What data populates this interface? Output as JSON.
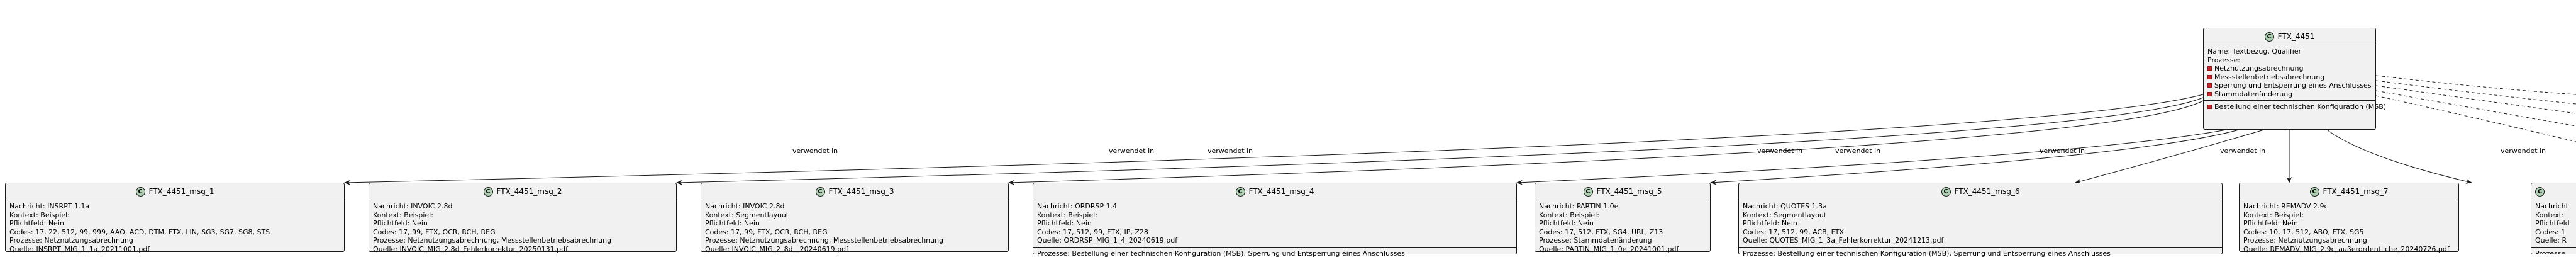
{
  "link_label": "verwendet in",
  "center": {
    "title": "FTX_4451",
    "stereotype": "C",
    "name_line": "Name: Textbezug, Qualifier",
    "processes_label": "Prozesse:",
    "processes": [
      "Netznutzungsabrechnung",
      "Messstellenbetriebsabrechnung",
      "Sperrung und Entsperrung eines Anschlusses",
      "Stammdatenänderung"
    ],
    "extra_process": "Bestellung einer technischen Konfiguration (MSB)"
  },
  "messages": [
    {
      "title": "FTX_4451_msg_1",
      "lines": [
        "Nachricht: INSRPT 1.1a",
        "Kontext: Beispiel:",
        "Pflichtfeld: Nein",
        "Codes: 17, 22, 512, 99, 999, AAO, ACD, DTM, FTX, LIN, SG3, SG7, SG8, STS",
        "Prozesse: Netznutzungsabrechnung",
        "Quelle: INSRPT_MIG_1_1a_20211001.pdf"
      ],
      "footer": ""
    },
    {
      "title": "FTX_4451_msg_2",
      "lines": [
        "Nachricht: INVOIC 2.8d",
        "Kontext: Beispiel:",
        "Pflichtfeld: Nein",
        "Codes: 17, 99, FTX, OCR, RCH, REG",
        "Prozesse: Netznutzungsabrechnung, Messstellenbetriebsabrechnung",
        "Quelle: INVOIC_MIG_2.8d_Fehlerkorrektur_20250131.pdf"
      ],
      "footer": ""
    },
    {
      "title": "FTX_4451_msg_3",
      "lines": [
        "Nachricht: INVOIC 2.8d",
        "Kontext: Segmentlayout",
        "Pflichtfeld: Nein",
        "Codes: 17, 99, FTX, OCR, RCH, REG",
        "Prozesse: Netznutzungsabrechnung, Messstellenbetriebsabrechnung",
        "Quelle: INVOIC_MIG_2_8d__20240619.pdf"
      ],
      "footer": ""
    },
    {
      "title": "FTX_4451_msg_4",
      "lines": [
        "Nachricht: ORDRSP 1.4",
        "Kontext: Beispiel:",
        "Pflichtfeld: Nein",
        "Codes: 17, 512, 99, FTX, IP, Z28",
        "Quelle: ORDRSP_MIG_1_4_20240619.pdf"
      ],
      "footer": "Prozesse: Bestellung einer technischen Konfiguration (MSB), Sperrung und Entsperrung eines Anschlusses"
    },
    {
      "title": "FTX_4451_msg_5",
      "lines": [
        "Nachricht: PARTIN 1.0e",
        "Kontext: Beispiel:",
        "Pflichtfeld: Nein",
        "Codes: 17, 512, FTX, SG4, URL, Z13",
        "Prozesse: Stammdatenänderung",
        "Quelle: PARTIN_MIG_1_0e_20241001.pdf"
      ],
      "footer": ""
    },
    {
      "title": "FTX_4451_msg_6",
      "lines": [
        "Nachricht: QUOTES 1.3a",
        "Kontext: Segmentlayout",
        "Pflichtfeld: Nein",
        "Codes: 17, 512, 99, ACB, FTX",
        "Quelle: QUOTES_MIG_1_3a_Fehlerkorrektur_20241213.pdf"
      ],
      "footer": "Prozesse: Bestellung einer technischen Konfiguration (MSB), Sperrung und Entsperrung eines Anschlusses"
    },
    {
      "title": "FTX_4451_msg_7",
      "lines": [
        "Nachricht: REMADV 2.9c",
        "Kontext: Beispiel:",
        "Pflichtfeld: Nein",
        "Codes: 10, 17, 512, ABO, FTX, SG5",
        "Prozesse: Netznutzungsabrechnung",
        "Quelle: REMADV_MIG_2.9c_außerordentliche_20240726.pdf"
      ],
      "footer": ""
    },
    {
      "title": "",
      "lines": [
        "Nachricht",
        "Kontext:",
        "Pflichtfeld",
        "Codes: 1",
        "Quelle: R"
      ],
      "footer": "Prozesse"
    }
  ]
}
